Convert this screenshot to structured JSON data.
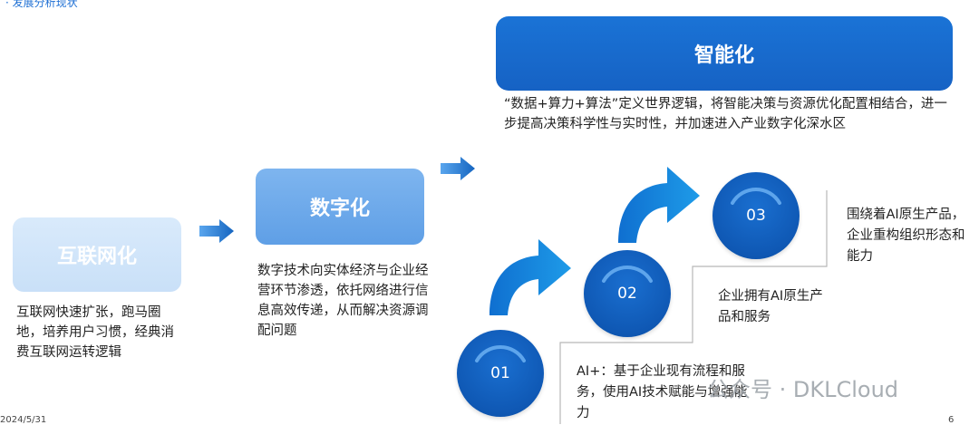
{
  "header": {
    "cut_text": "· 发展分析现状"
  },
  "stages": {
    "internet": {
      "title": "互联网化",
      "desc": "互联网快速扩张，跑马圈地，培养用户习惯，经典消费互联网运转逻辑"
    },
    "digital": {
      "title": "数字化",
      "desc": "数字技术向实体经济与企业经营环节渗透，依托网络进行信息高效传递，从而解决资源调配问题"
    },
    "smart": {
      "title": "智能化",
      "desc": "“数据+算力+算法”定义世界逻辑，将智能决策与资源优化配置相结合，进一步提高决策科学性与实时性，并加速进入产业数字化深水区"
    }
  },
  "steps": [
    {
      "num": "01",
      "caption": "AI+：基于企业现有流程和服务，使用AI技术赋能与增强能力"
    },
    {
      "num": "02",
      "caption": "企业拥有AI原生产品和服务"
    },
    {
      "num": "03",
      "caption": "围绕着AI原生产品，企业重构组织形态和能力"
    }
  ],
  "footer": {
    "date": "2024/5/31",
    "page": "6"
  },
  "watermark": "公众号 · DKLCloud",
  "colors": {
    "dark_blue": "#1662c4",
    "mid_blue": "#5f9fe6",
    "light_blue": "#d9eafb",
    "arrow_blue": "#1a8ae0"
  }
}
